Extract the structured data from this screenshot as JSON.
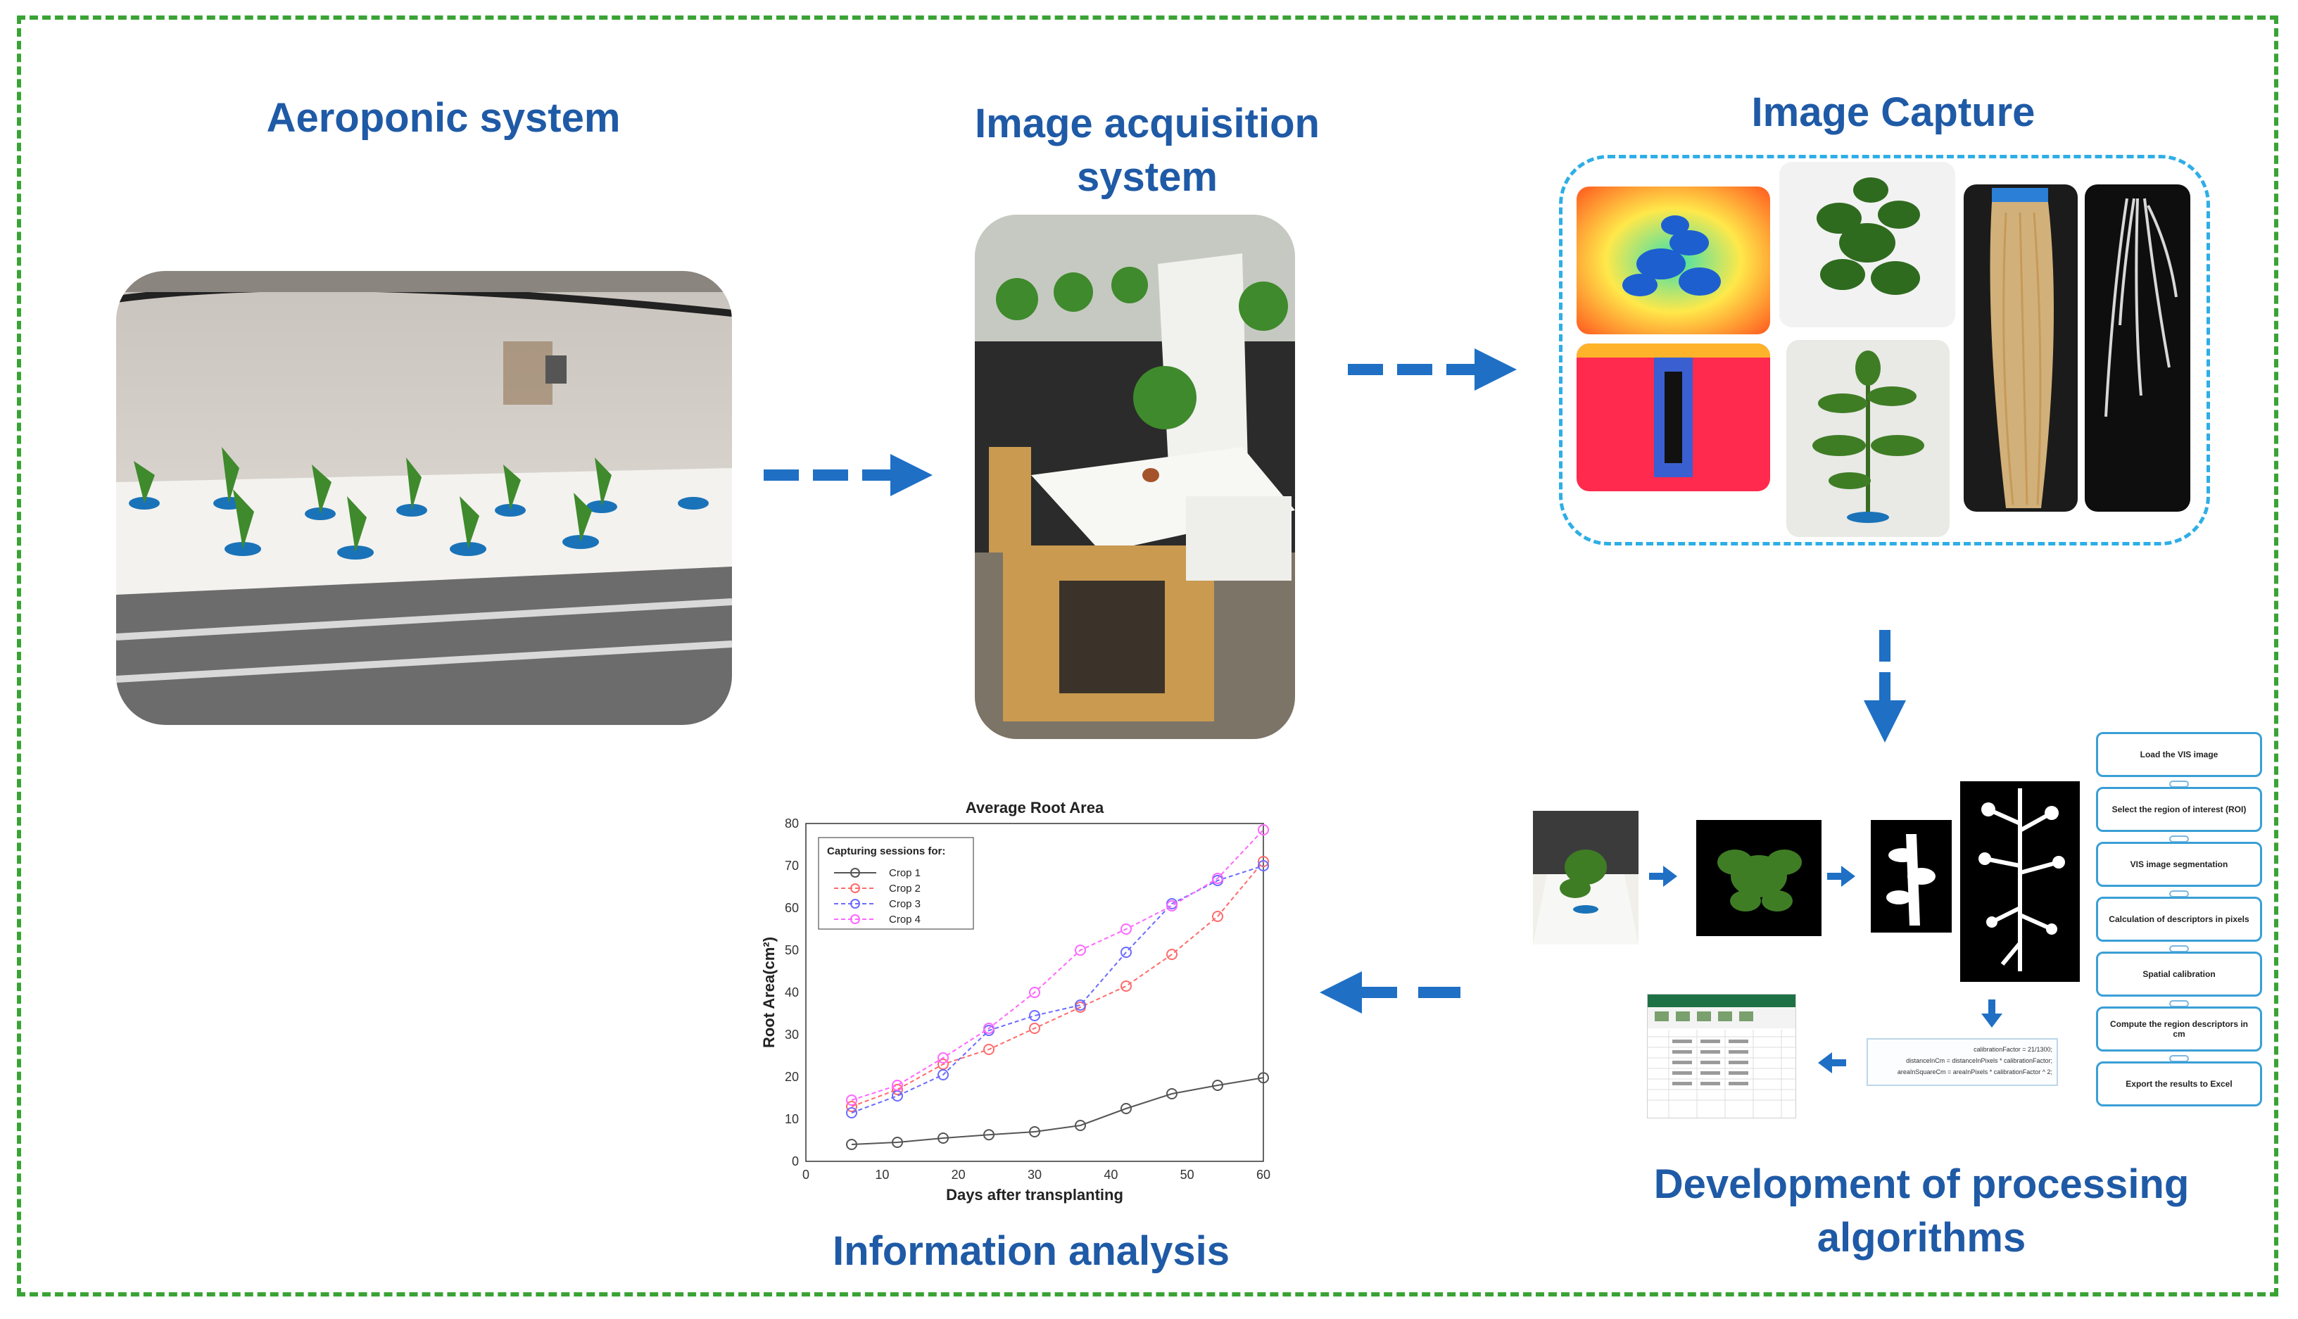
{
  "sections": {
    "aeroponic": "Aeroponic system",
    "acquisition_line1": "Image acquisition",
    "acquisition_line2": "system",
    "capture": "Image Capture",
    "development_line1": "Development of processing",
    "development_line2": "algorithms",
    "information": "Information analysis"
  },
  "flowchart": {
    "steps": [
      "Load the VIS image",
      "Select the region of interest (ROI)",
      "VIS image segmentation",
      "Calculation of descriptors in pixels",
      "Spatial calibration",
      "Compute the region descriptors in cm",
      "Export the results to Excel"
    ]
  },
  "code": {
    "line1": "calibrationFactor = 21/1300;",
    "line2": "distanceInCm = distanceInPixels * calibrationFactor;",
    "line3": "areaInSquareCm = areaInPixels * calibrationFactor ^ 2;"
  },
  "colors": {
    "frame": "#3aa335",
    "title": "#1f5aa6",
    "arrow": "#1f6fc5",
    "capture_border": "#2eaee6"
  },
  "chart_data": {
    "type": "line",
    "title": "Average Root Area",
    "xlabel": "Days after transplanting",
    "ylabel": "Root Area(cm²)",
    "xlim": [
      0,
      60
    ],
    "ylim": [
      0,
      80
    ],
    "xticks": [
      0,
      10,
      20,
      30,
      40,
      50,
      60
    ],
    "yticks": [
      0,
      10,
      20,
      30,
      40,
      50,
      60,
      70,
      80
    ],
    "grid": true,
    "legend_title": "Capturing sessions for:",
    "legend_position": "top-left",
    "x": [
      6,
      12,
      18,
      24,
      30,
      36,
      42,
      48,
      54,
      60
    ],
    "series": [
      {
        "name": "Crop 1",
        "color": "#555555",
        "values": [
          4,
          4.5,
          5.5,
          6.3,
          7,
          8.5,
          12.5,
          16,
          18,
          19.8
        ]
      },
      {
        "name": "Crop 2",
        "color": "#ff6b6b",
        "values": [
          13,
          17,
          23,
          26.5,
          31.5,
          36.5,
          41.5,
          49,
          58,
          71
        ]
      },
      {
        "name": "Crop 3",
        "color": "#6b6bff",
        "values": [
          11.5,
          15.5,
          20.5,
          31,
          34.5,
          37,
          49.5,
          61,
          66.5,
          70
        ]
      },
      {
        "name": "Crop 4",
        "color": "#ff66ff",
        "values": [
          14.5,
          18,
          24.5,
          31.5,
          40,
          50,
          55,
          60.5,
          67,
          78.5
        ]
      }
    ]
  }
}
